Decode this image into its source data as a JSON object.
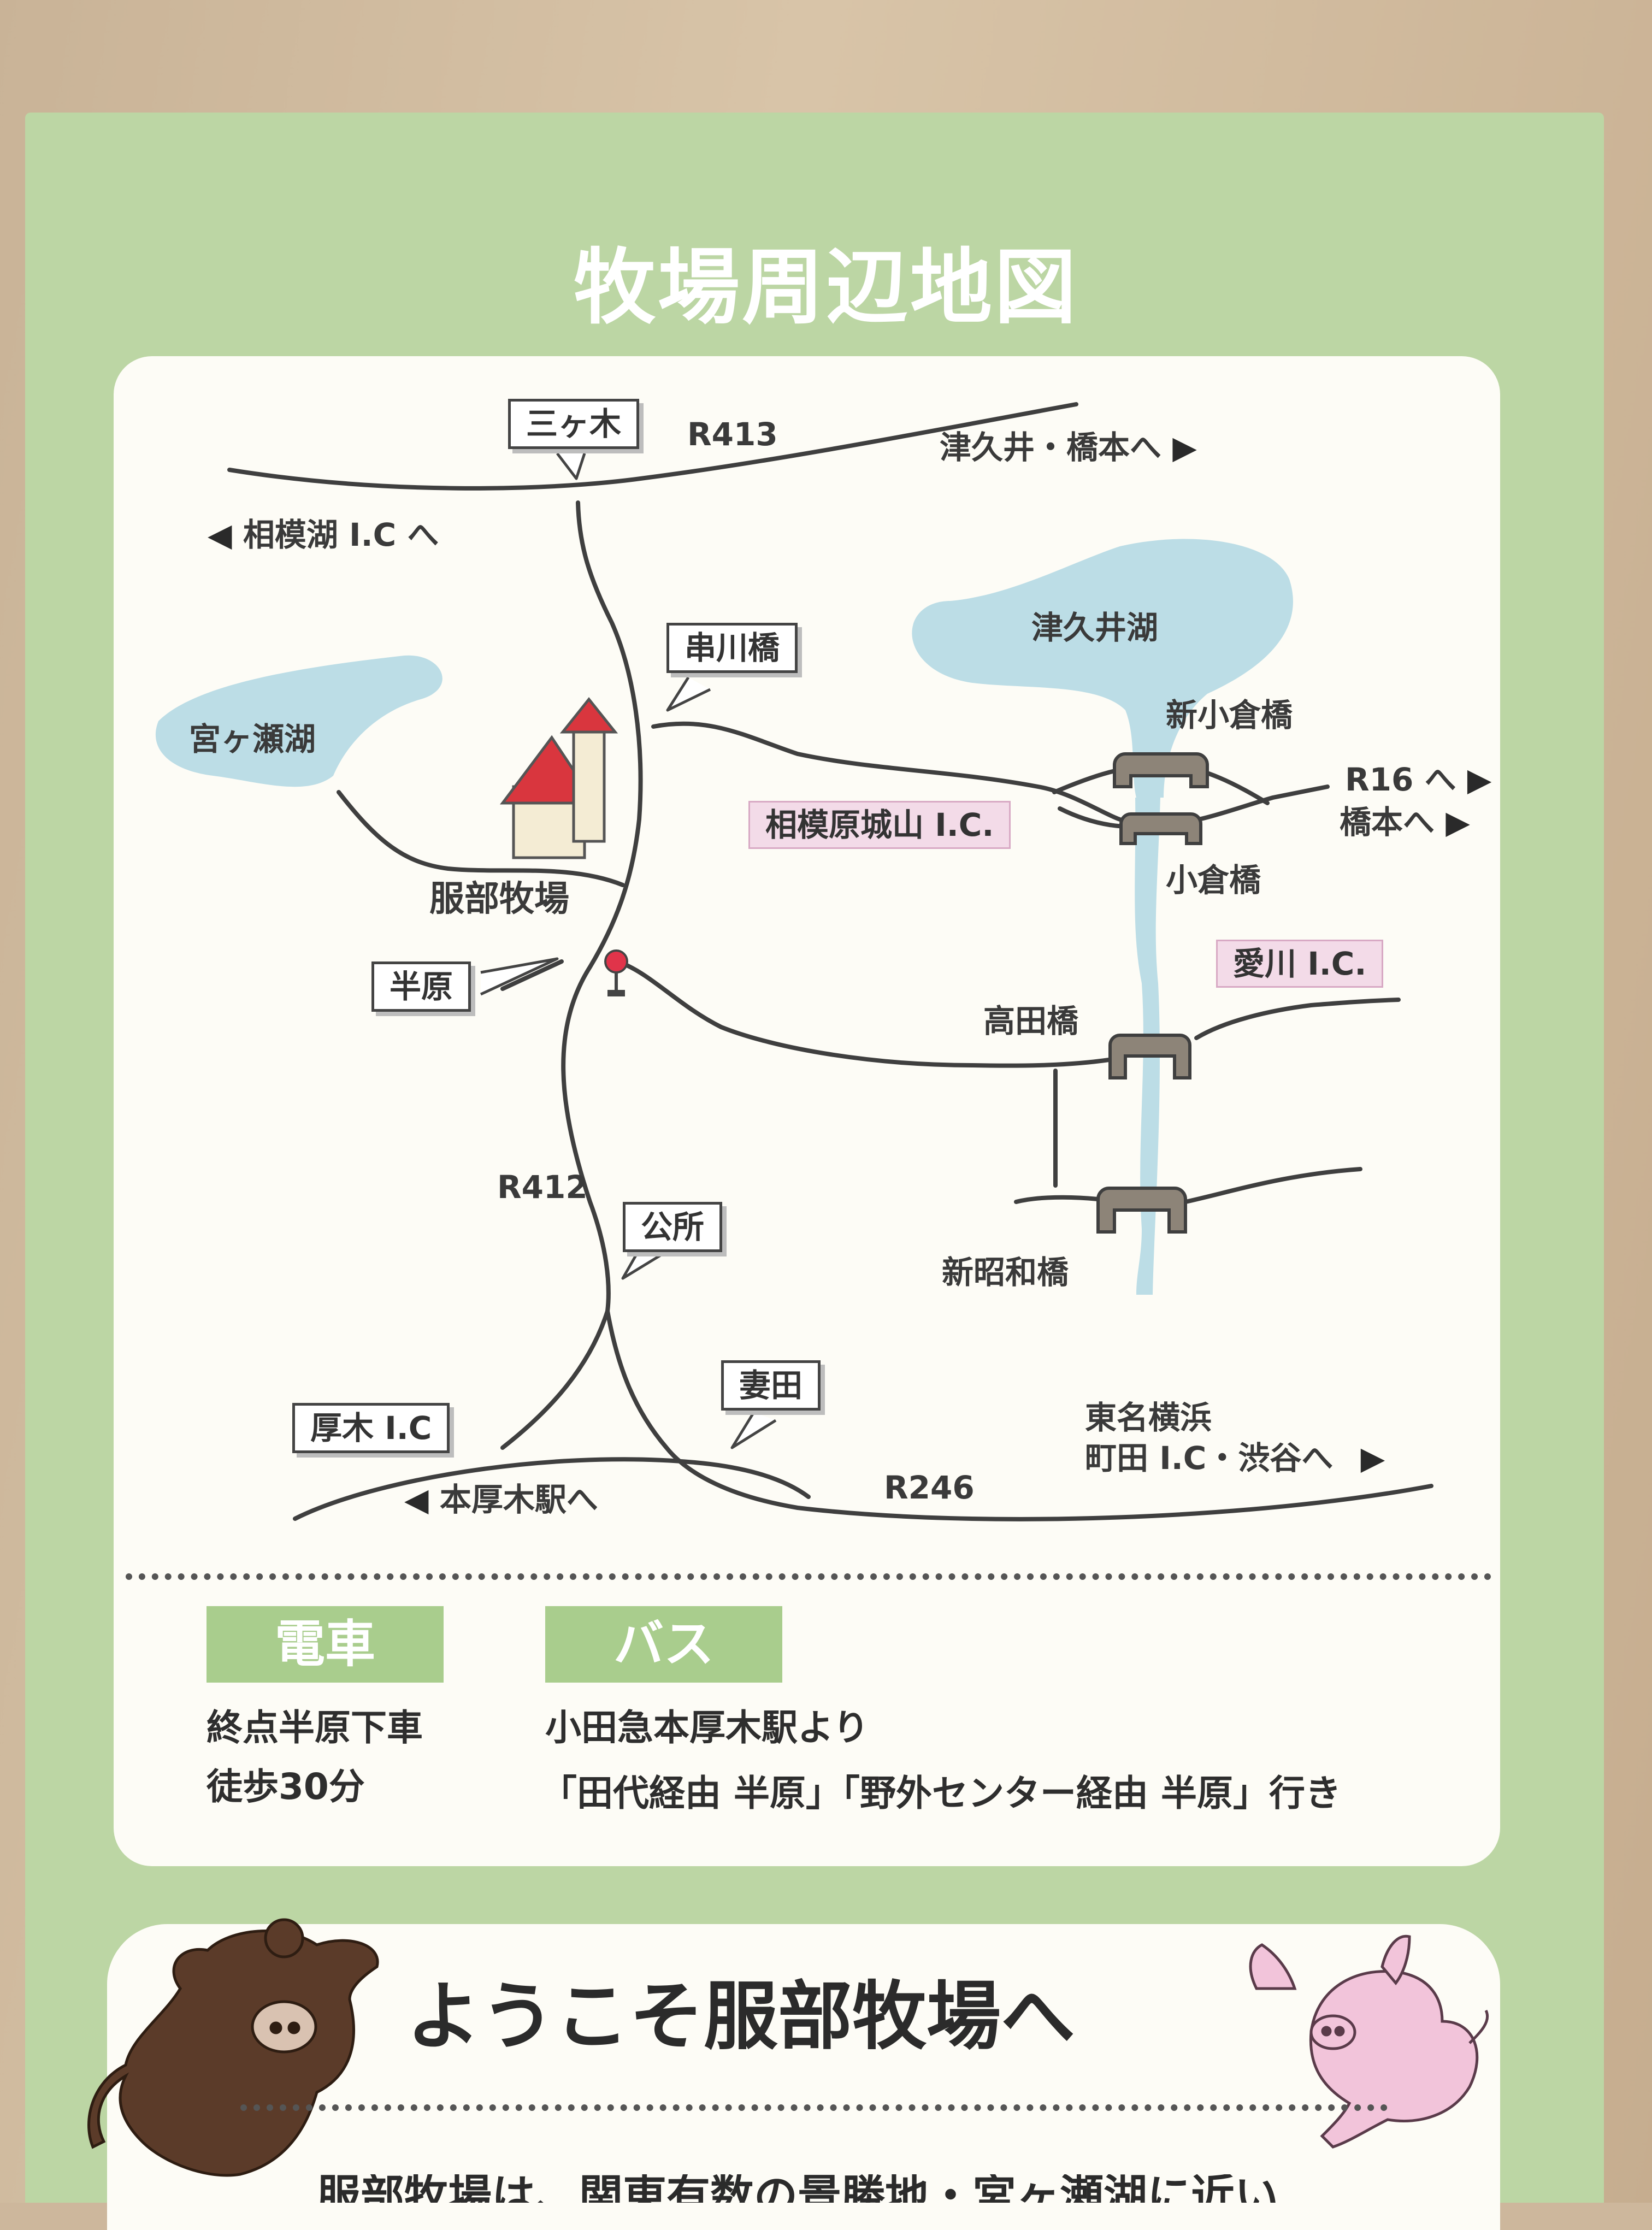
{
  "title": "牧場周辺地図",
  "map": {
    "signs": {
      "mikagi": "三ヶ木",
      "kushikawa": "串川橋",
      "hanbara": "半原",
      "kousho": "公所",
      "saijo": "妻田",
      "atsugi_ic": "厚木 I.C"
    },
    "ic_labels": {
      "sagamihara_shiroyama": "相模原城山 I.C.",
      "aikawa": "愛川 I.C."
    },
    "roads": {
      "r413": "R413",
      "r412": "R412",
      "r246": "R246"
    },
    "lakes": {
      "tsukui": "津久井湖",
      "miyagase": "宮ヶ瀬湖"
    },
    "bridges": {
      "shin_ogura": "新小倉橋",
      "ogura": "小倉橋",
      "takata": "高田橋",
      "shin_showa": "新昭和橋"
    },
    "farm": "服部牧場",
    "directions": {
      "tsukui_hashimoto": "津久井・橋本へ",
      "sagamiko_ic": "相模湖 I.C へ",
      "r16": "R16 へ",
      "hashimoto": "橋本へ",
      "hon_atsugi": "本厚木駅へ",
      "tomei_line1": "東名横浜",
      "tomei_line2": "町田 I.C・渋谷へ"
    }
  },
  "access": {
    "train": {
      "label": "電車",
      "line1": "終点半原下車",
      "line2": "徒歩30分"
    },
    "bus": {
      "label": "バス",
      "line1": "小田急本厚木駅より",
      "line2": "「田代経由 半原」「野外センター経由 半原」行き"
    }
  },
  "welcome": {
    "title": "ようこそ服部牧場へ",
    "text": "服部牧場は、関東有数の景勝地・宮ヶ瀬湖に近い"
  },
  "colors": {
    "card_green": "#bcd6a4",
    "tag_green": "#a9cd8d",
    "lake_blue": "#bcdde6",
    "ic_pink": "#f3dbe8",
    "roof_red": "#d9363e",
    "bridge_gray": "#8d8478"
  }
}
